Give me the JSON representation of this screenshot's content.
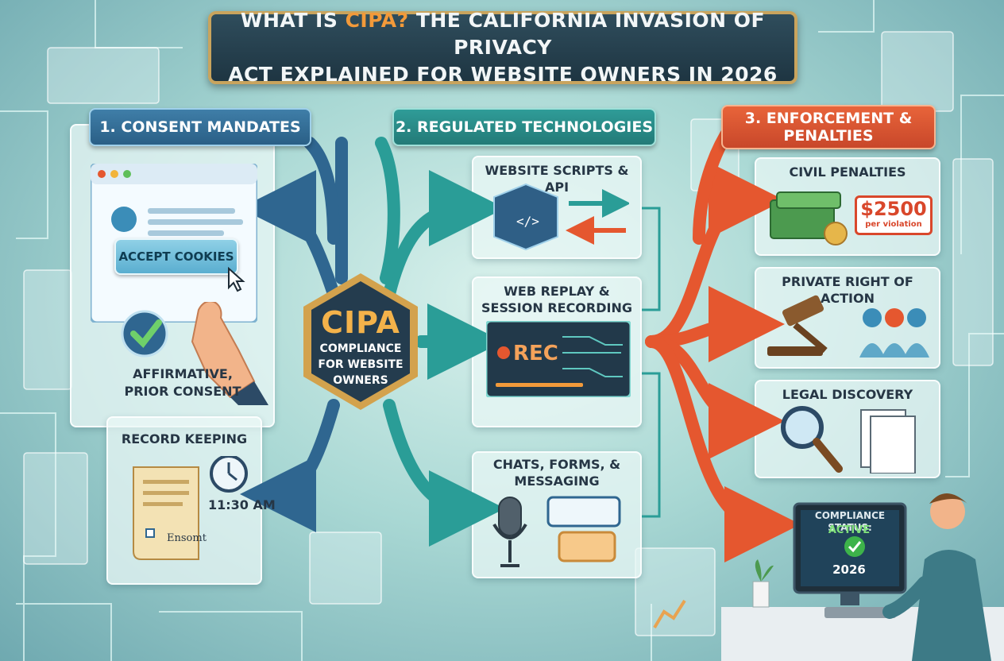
{
  "title": {
    "line1_prefix": "WHAT IS",
    "line1_accent": "CIPA?",
    "line1_suffix": "THE CALIFORNIA INVASION OF PRIVACY",
    "line2": "ACT EXPLAINED FOR WEBSITE OWNERS IN 2026"
  },
  "center": {
    "main": "CIPA",
    "sub1": "COMPLIANCE",
    "sub2": "FOR WEBSITE",
    "sub3": "OWNERS"
  },
  "sections": {
    "consent": {
      "header": "1. CONSENT MANDATES",
      "button_label": "ACCEPT COOKIES",
      "consent_line1": "AFFIRMATIVE,",
      "consent_line2": "PRIOR CONSENT",
      "record_title": "RECORD KEEPING",
      "record_time": "11:30 AM",
      "record_doc_text": "Ensomt"
    },
    "technologies": {
      "header": "2. REGULATED TECHNOLOGIES",
      "card1": "WEBSITE SCRIPTS & API",
      "card2_line1": "WEB REPLAY &",
      "card2_line2": "SESSION RECORDING",
      "rec_label": "REC",
      "card3_line1": "CHATS, FORMS, &",
      "card3_line2": "MESSAGING"
    },
    "enforcement": {
      "header_line1": "3. ENFORCEMENT &",
      "header_line2": "PENALTIES",
      "card1": "CIVIL PENALTIES",
      "penalty_amount": "$2500",
      "penalty_unit": "per violation",
      "card2": "PRIVATE RIGHT OF ACTION",
      "card3": "LEGAL DISCOVERY"
    }
  },
  "monitor": {
    "status_title": "COMPLIANCE STATUS:",
    "status_value": "ACTIVE",
    "year": "2026"
  },
  "colors": {
    "consent": "#2a5f86",
    "technologies": "#237a77",
    "enforcement": "#d9472b",
    "accent": "#f29a3a"
  }
}
